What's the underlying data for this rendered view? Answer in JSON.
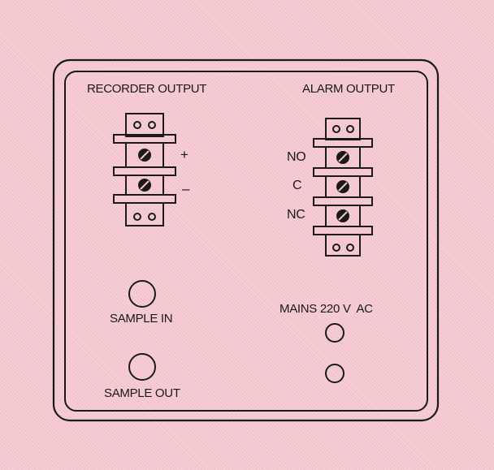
{
  "panel": {
    "recorder_output": {
      "title": "RECORDER OUTPUT",
      "terminals": [
        "+",
        "–"
      ]
    },
    "alarm_output": {
      "title": "ALARM OUTPUT",
      "terminals": [
        "NO",
        "C",
        "NC"
      ]
    },
    "sample_in_label": "SAMPLE IN",
    "sample_out_label": "SAMPLE OUT",
    "mains_label": "MAINS 220 V  AC"
  },
  "colors": {
    "background": "#f3c4cc",
    "line": "#1a1a1a"
  }
}
